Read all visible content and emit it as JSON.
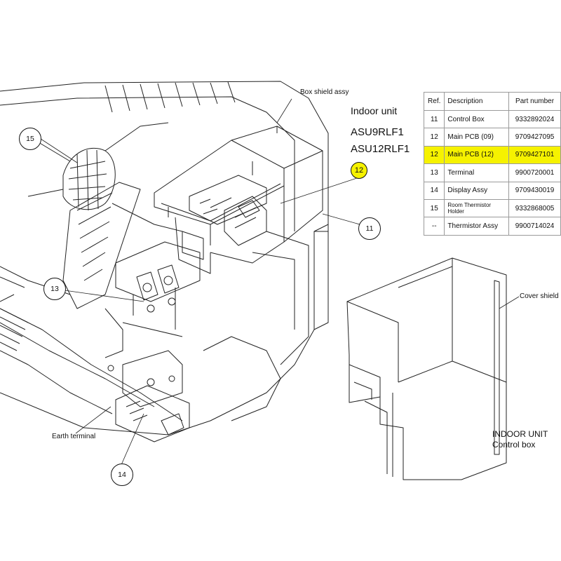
{
  "labels": {
    "box_shield": "Box shield assy",
    "indoor_unit": "Indoor unit",
    "model_1": "ASU9RLF1",
    "model_2": "ASU12RLF1",
    "cover_shield": "Cover shield",
    "earth_terminal": "Earth terminal",
    "control_box_title_1": "INDOOR UNIT",
    "control_box_title_2": "Control box"
  },
  "callouts": {
    "c15": "15",
    "c12": "12",
    "c11": "11",
    "c13": "13",
    "c14": "14"
  },
  "highlight_color": "#f6f200",
  "table": {
    "headers": [
      "Ref.",
      "Description",
      "Part number"
    ],
    "rows": [
      {
        "ref": "11",
        "desc": "Control Box",
        "pn": "9332892024"
      },
      {
        "ref": "12",
        "desc": "Main PCB (09)",
        "pn": "9709427095"
      },
      {
        "ref": "12",
        "desc": "Main PCB (12)",
        "pn": "9709427101"
      },
      {
        "ref": "13",
        "desc": "Terminal",
        "pn": "9900720001"
      },
      {
        "ref": "14",
        "desc": "Display Assy",
        "pn": "9709430019"
      },
      {
        "ref": "15",
        "desc": "Room Thermistor Holder",
        "pn": "9332868005"
      },
      {
        "ref": "--",
        "desc": "Thermistor Assy",
        "pn": "9900714024"
      }
    ],
    "highlighted_row": 2
  }
}
